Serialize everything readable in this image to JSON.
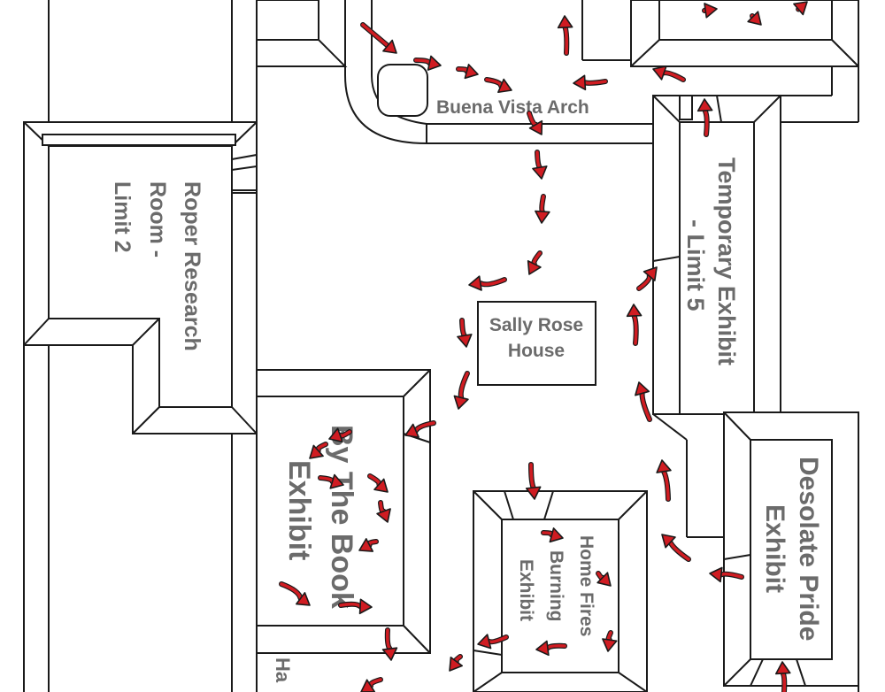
{
  "map": {
    "colors": {
      "wall": "#1a1a1a",
      "label": "#6b6b6b",
      "arrow": "#d01c22",
      "background": "#ffffff"
    },
    "rooms": {
      "roper": {
        "line1": "Roper Research",
        "line2": "Room -",
        "line3": "Limit 2"
      },
      "buena_vista": {
        "label": "Buena Vista Arch"
      },
      "temporary": {
        "line1": "Temporary Exhibit",
        "line2": "- Limit 5"
      },
      "sally_rose": {
        "line1": "Sally Rose",
        "line2": "House"
      },
      "by_the_book": {
        "line1": "By The Book",
        "line2": "Exhibit"
      },
      "home_fires": {
        "line1": "Home Fires",
        "line2": "Burning",
        "line3": "Exhibit"
      },
      "desolate_pride": {
        "line1": "Desolate Pride",
        "line2": "Exhibit"
      },
      "partial_bottom": {
        "label": "Ha"
      }
    }
  }
}
